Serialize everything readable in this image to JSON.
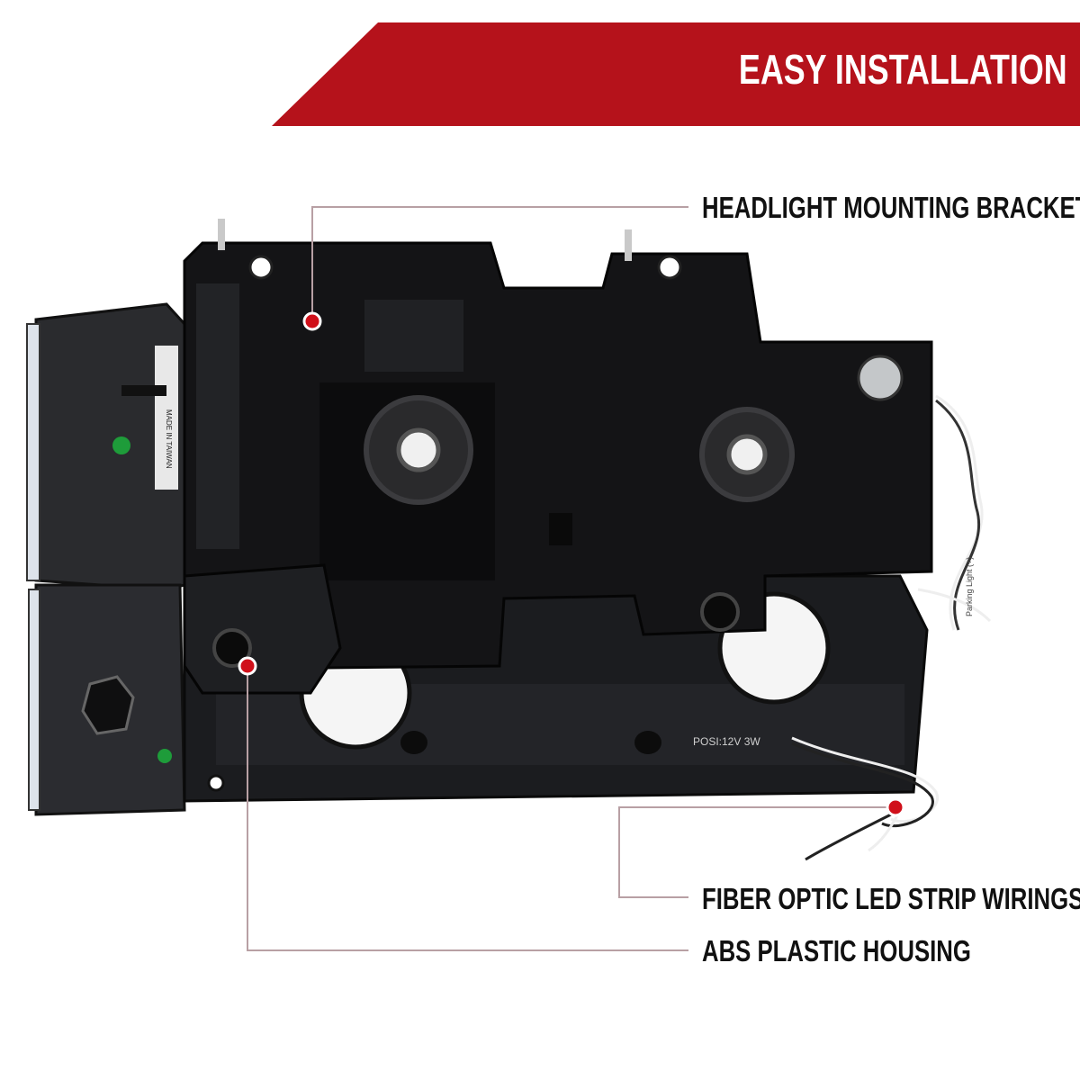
{
  "banner": {
    "title": "EASY INSTALLATION",
    "color": "#b5121b"
  },
  "callouts": {
    "bracket": "HEADLIGHT MOUNTING BRACKET",
    "wiring": "FIBER OPTIC LED STRIP WIRINGS",
    "housing": "ABS PLASTIC HOUSING"
  },
  "labels": {
    "side_text": "MADE IN TAIWAN",
    "posi": "POSI:12V 3W",
    "tag": "Parking Light (+)"
  },
  "colors": {
    "leader_line": "#b8a0a4",
    "marker": "#d0101a",
    "housing": "#1a1a1c"
  }
}
